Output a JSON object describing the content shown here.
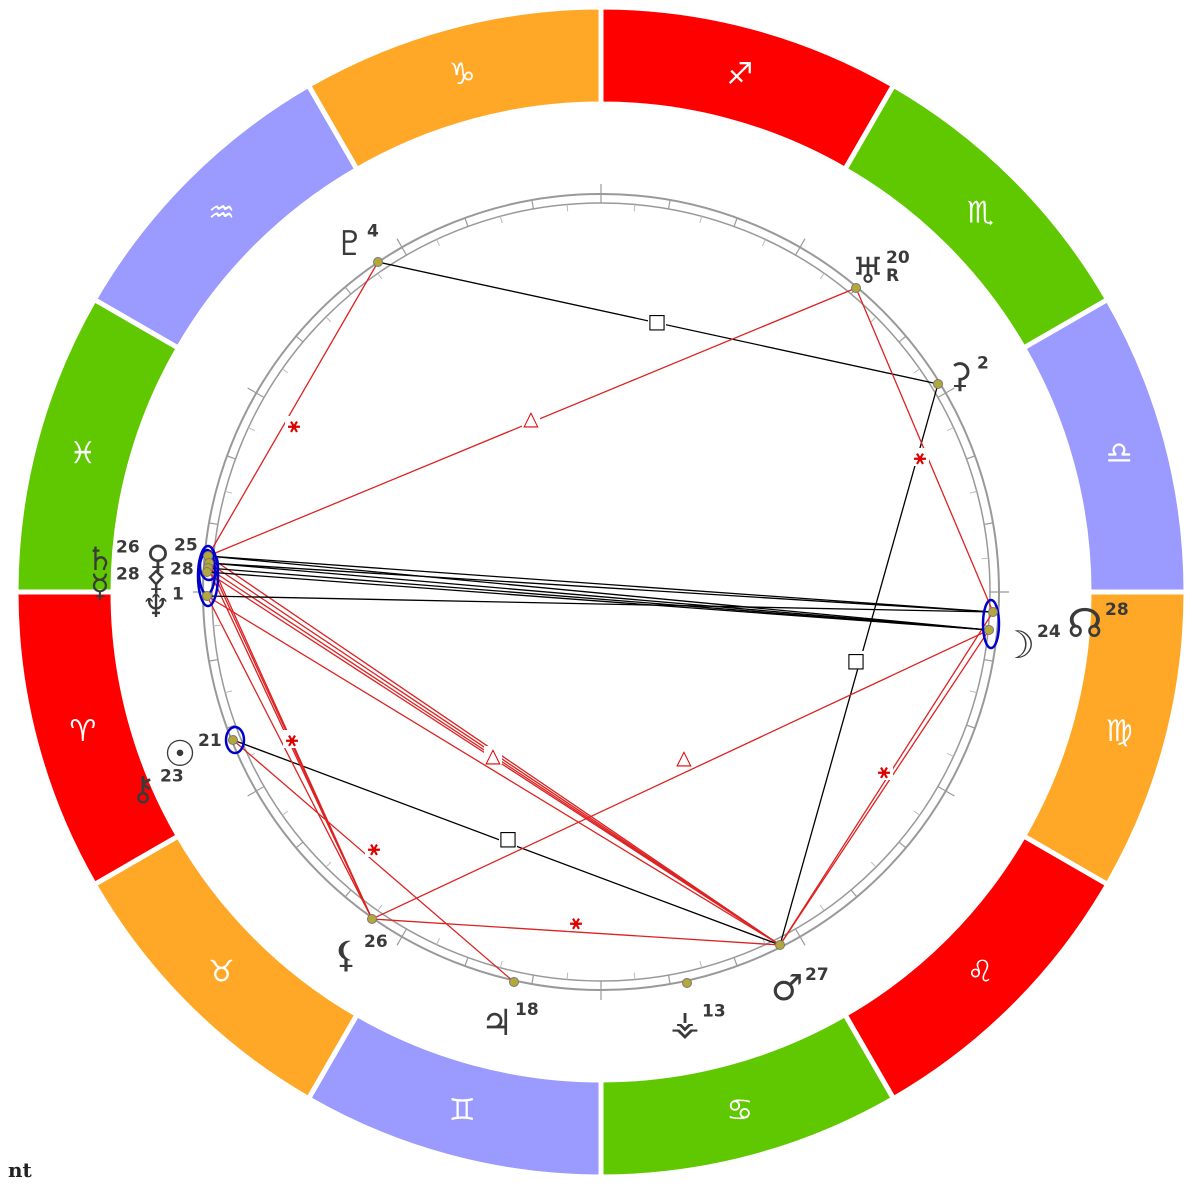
{
  "corner_label": "nt",
  "signs": [
    {
      "name": "sagittarius",
      "symbol": "♐",
      "color": "#ff0000"
    },
    {
      "name": "scorpio",
      "symbol": "♏",
      "color": "#5fc800"
    },
    {
      "name": "libra",
      "symbol": "♎",
      "color": "#9a9aff"
    },
    {
      "name": "virgo",
      "symbol": "♍",
      "color": "#ffa726"
    },
    {
      "name": "leo",
      "symbol": "♌",
      "color": "#ff0000"
    },
    {
      "name": "cancer",
      "symbol": "♋",
      "color": "#5fc800"
    },
    {
      "name": "gemini",
      "symbol": "♊",
      "color": "#9a9aff"
    },
    {
      "name": "taurus",
      "symbol": "♉",
      "color": "#ffa726"
    },
    {
      "name": "aries",
      "symbol": "♈",
      "color": "#ff0000"
    },
    {
      "name": "pisces",
      "symbol": "♓",
      "color": "#5fc800"
    },
    {
      "name": "aquarius",
      "symbol": "♒",
      "color": "#9a9aff"
    },
    {
      "name": "capricorn",
      "symbol": "♑",
      "color": "#ffa726"
    }
  ],
  "planets": [
    {
      "name": "pluto",
      "symbol": "♇",
      "degree": "4",
      "retro": ""
    },
    {
      "name": "uranus",
      "symbol": "♅",
      "degree": "20",
      "retro": "R"
    },
    {
      "name": "ceres",
      "symbol": "⚳",
      "degree": "2",
      "retro": ""
    },
    {
      "name": "node",
      "symbol": "☊",
      "degree": "28",
      "retro": ""
    },
    {
      "name": "moon",
      "symbol": "☽",
      "degree": "24",
      "retro": ""
    },
    {
      "name": "mars",
      "symbol": "♂",
      "degree": "27",
      "retro": ""
    },
    {
      "name": "vesta",
      "symbol": "⚶",
      "degree": "13",
      "retro": ""
    },
    {
      "name": "jupiter",
      "symbol": "♃",
      "degree": "18",
      "retro": ""
    },
    {
      "name": "lilith",
      "symbol": "⚸",
      "degree": "26",
      "retro": ""
    },
    {
      "name": "sun",
      "symbol": "☉",
      "degree": "21",
      "retro": ""
    },
    {
      "name": "chiron",
      "symbol": "⚷",
      "degree": "23",
      "retro": ""
    },
    {
      "name": "saturn",
      "symbol": "♄",
      "degree": "26",
      "retro": ""
    },
    {
      "name": "venus",
      "symbol": "♀",
      "degree": "25",
      "retro": ""
    },
    {
      "name": "mercury",
      "symbol": "☿",
      "degree": "28",
      "retro": ""
    },
    {
      "name": "pallas",
      "symbol": "⚴",
      "degree": "28",
      "retro": ""
    },
    {
      "name": "neptune",
      "symbol": "♆",
      "degree": "1",
      "retro": ""
    }
  ],
  "aspects": [
    {
      "symbol": "□",
      "color": "#000000"
    },
    {
      "symbol": "⚹",
      "color": "#dd0000"
    },
    {
      "symbol": "△",
      "color": "#dd0000"
    }
  ],
  "colors": {
    "square": "#000000",
    "soft": "#dd2222",
    "conjunction": "#0000cc",
    "planet_dot": "#b5a83a",
    "ring": "#999999"
  }
}
